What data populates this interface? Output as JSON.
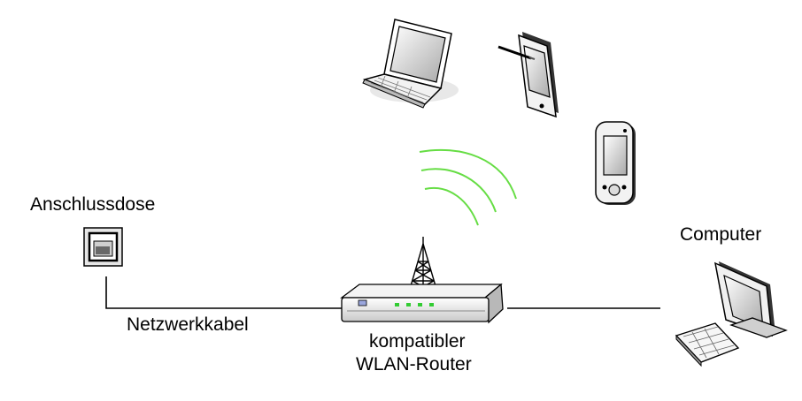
{
  "labels": {
    "socket": "Anschlussdose",
    "cable": "Netzwerkkabel",
    "router_line1": "kompatibler",
    "router_line2": "WLAN-Router",
    "computer": "Computer"
  },
  "icons": {
    "socket": "network-socket-icon",
    "router": "wlan-router-icon",
    "antenna": "antenna-tower-icon",
    "signal": "wifi-signal-waves-icon",
    "laptop": "laptop-icon",
    "tablet": "tablet-with-stylus-icon",
    "pda": "pda-icon",
    "computer": "desktop-computer-icon"
  },
  "colors": {
    "signal": "#66dd44",
    "led": "#33cc33",
    "line": "#000000"
  }
}
